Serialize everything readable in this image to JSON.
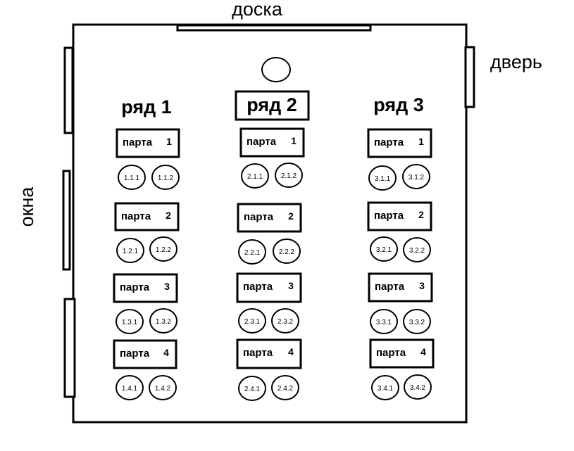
{
  "labels": {
    "board": "доска",
    "door": "дверь",
    "windows": "окна"
  },
  "rows": [
    {
      "title": "ряд 1",
      "desks": [
        {
          "word": "парта",
          "num": "1",
          "seats": [
            "1.1.1",
            "1.1.2"
          ]
        },
        {
          "word": "парта",
          "num": "2",
          "seats": [
            "1.2.1",
            "1.2.2"
          ]
        },
        {
          "word": "парта",
          "num": "3",
          "seats": [
            "1.3.1",
            "1.3.2"
          ]
        },
        {
          "word": "парта",
          "num": "4",
          "seats": [
            "1.4.1",
            "1.4.2"
          ]
        }
      ]
    },
    {
      "title": "ряд 2",
      "desks": [
        {
          "word": "парта",
          "num": "1",
          "seats": [
            "2.1.1",
            "2.1.2"
          ]
        },
        {
          "word": "парта",
          "num": "2",
          "seats": [
            "2.2.1",
            "2.2.2"
          ]
        },
        {
          "word": "парта",
          "num": "3",
          "seats": [
            "2.3.1",
            "2.3.2"
          ]
        },
        {
          "word": "парта",
          "num": "4",
          "seats": [
            "2.4.1",
            "2.4.2"
          ]
        }
      ]
    },
    {
      "title": "ряд 3",
      "desks": [
        {
          "word": "парта",
          "num": "1",
          "seats": [
            "3.1.1",
            "3.1.2"
          ]
        },
        {
          "word": "парта",
          "num": "2",
          "seats": [
            "3.2.1",
            "3.2.2"
          ]
        },
        {
          "word": "парта",
          "num": "3",
          "seats": [
            "3.3.1",
            "3.3.2"
          ]
        },
        {
          "word": "парта",
          "num": "4",
          "seats": [
            "3.4.1",
            "3.4.2"
          ]
        }
      ]
    }
  ]
}
